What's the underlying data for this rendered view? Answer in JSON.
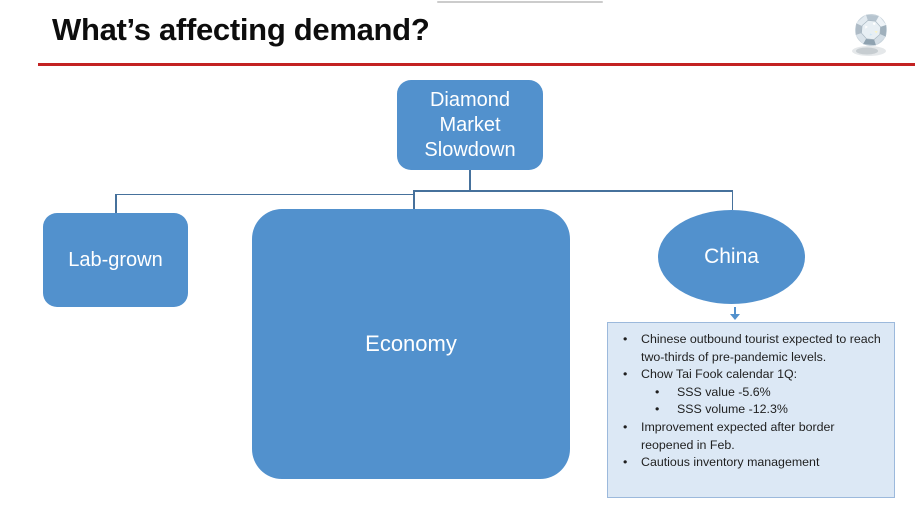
{
  "header": {
    "title": "What’s affecting demand?"
  },
  "icons": {
    "gem": "diamond-gem-photo"
  },
  "colors": {
    "shape_blue": "#5291CD",
    "connector_blue": "#46719C",
    "title_rule_red": "#C32222",
    "notes_bg": "#DCE8F5",
    "notes_border": "#9CB9DC",
    "notes_text": "#1F1F1F"
  },
  "diagram": {
    "root": {
      "label": "Diamond Market Slowdown"
    },
    "children": [
      {
        "label": "Lab-grown"
      },
      {
        "label": "Economy"
      },
      {
        "label": "China"
      }
    ]
  },
  "notes": {
    "items": [
      {
        "text": "Chinese outbound tourist expected to reach two-thirds of pre-pandemic levels."
      },
      {
        "text": "Chow Tai Fook calendar 1Q:",
        "sub": [
          "SSS value -5.6%",
          "SSS volume -12.3%"
        ]
      },
      {
        "text": "Improvement expected after border reopened in Feb."
      },
      {
        "text": "Cautious inventory management"
      }
    ]
  }
}
